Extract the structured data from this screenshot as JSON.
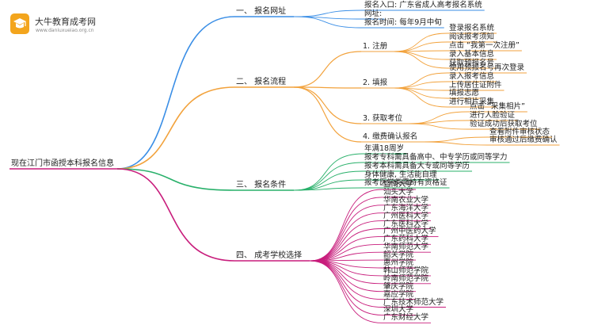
{
  "logo": {
    "title": "大牛教育成考网",
    "url": "www.daniuxueiao.org.cn",
    "icon": "graduation-cap-icon"
  },
  "colors": {
    "blue": "#3a8ee6",
    "orange": "#f2a23c",
    "green": "#28b06a",
    "magenta": "#c81d7c"
  },
  "root": "现在江门市函授本科报名信息",
  "branches": [
    {
      "label": "一、 报名网址",
      "items": [
        "报名入口: 广东省成人高考报名系统",
        "网址:",
        "报名时间: 每年9月中旬"
      ]
    },
    {
      "label": "二、 报名流程",
      "subs": [
        {
          "label": "1. 注册",
          "items": [
            "登录报名系统",
            "阅读报考须知",
            "点击 “我第一次注册”",
            "录入基本信息",
            "获取预报名号"
          ]
        },
        {
          "label": "2. 填报",
          "items": [
            "使用预报名号再次登录",
            "录入报考信息",
            "上传居住证附件",
            "填报志愿",
            "进行相片采集"
          ]
        },
        {
          "label": "3. 获取考位",
          "items": [
            "点击 “采集相片”",
            "进行人脸验证",
            "验证成功后获取考位"
          ]
        },
        {
          "label": "4. 缴费确认报名",
          "items": [
            "查看附件审核状态",
            "审核通过后缴费确认"
          ]
        }
      ]
    },
    {
      "label": "三、 报名条件",
      "items": [
        "年满18周岁",
        "报考专科需具备高中、中专学历或同等学力",
        "报考本科需具备大专或同等学历",
        "身体健康, 生活能自理",
        "报考医学类需持有资格证"
      ]
    },
    {
      "label": "四、 成考学校选择",
      "items": [
        "暨南大学",
        "汕头大学",
        "华南农业大学",
        "广东海洋大学",
        "广州医科大学",
        "广东医科大学",
        "广州中医药大学",
        "广东药科大学",
        "华南师范大学",
        "韶关学院",
        "惠州学院",
        "韩山师范学院",
        "岭南师范学院",
        "肇庆学院",
        "嘉应学院",
        "广东技术师范大学",
        "深圳大学",
        "广东财经大学"
      ]
    }
  ]
}
